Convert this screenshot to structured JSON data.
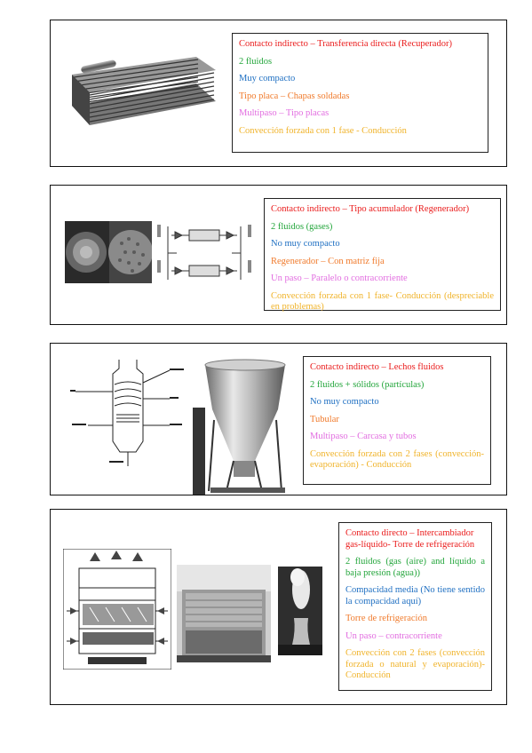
{
  "panels": [
    {
      "lines": [
        {
          "text": "Contacto indirecto – Transferencia directa (Recuperador)",
          "color": "#ea1b1b"
        },
        {
          "text": "2 fluidos",
          "color": "#22a53a"
        },
        {
          "text": "Muy compacto",
          "color": "#1e6fc2"
        },
        {
          "text": "Tipo placa – Chapas soldadas",
          "color": "#f07a2b"
        },
        {
          "text": "Multipaso – Tipo placas",
          "color": "#e26de0"
        },
        {
          "text": "Convección forzada con 1 fase - Conducción",
          "color": "#f0b32a"
        }
      ]
    },
    {
      "lines": [
        {
          "text": "Contacto indirecto – Tipo acumulador (Regenerador)",
          "color": "#ea1b1b"
        },
        {
          "text": "2 fluidos (gases)",
          "color": "#22a53a"
        },
        {
          "text": "No muy compacto",
          "color": "#1e6fc2"
        },
        {
          "text": "Regenerador – Con matriz fija",
          "color": "#f07a2b"
        },
        {
          "text": "Un paso – Paralelo o contracorriente",
          "color": "#e26de0"
        },
        {
          "text": "Convección forzada con 1 fase- Conducción (despreciable en problemas)",
          "color": "#f0b32a"
        }
      ]
    },
    {
      "lines": [
        {
          "text": "Contacto indirecto – Lechos fluidos",
          "color": "#ea1b1b"
        },
        {
          "text": "2 fluidos + sólidos (partículas)",
          "color": "#22a53a"
        },
        {
          "text": "No muy compacto",
          "color": "#1e6fc2"
        },
        {
          "text": "Tubular",
          "color": "#f07a2b"
        },
        {
          "text": "Multipaso – Carcasa y tubos",
          "color": "#e26de0"
        },
        {
          "text": "Convección forzada con 2 fases (convección-evaporación) - Conducción",
          "color": "#f0b32a"
        }
      ]
    },
    {
      "lines": [
        {
          "text": "Contacto directo – Intercambiador gas-líquido- Torre de refrigeración",
          "color": "#ea1b1b"
        },
        {
          "text": "2 fluidos (gas (aire) and líquido a baja presión (agua))",
          "color": "#22a53a"
        },
        {
          "text": "Compacidad media (No tiene sentido la compacidad aquí)",
          "color": "#1e6fc2"
        },
        {
          "text": "Torre de refrigeración",
          "color": "#f07a2b"
        },
        {
          "text": "Un paso – contracorriente",
          "color": "#e26de0"
        },
        {
          "text": "Convección con 2 fases (convección forzada o natural y evaporación)- Conducción",
          "color": "#f0b32a"
        }
      ]
    }
  ]
}
